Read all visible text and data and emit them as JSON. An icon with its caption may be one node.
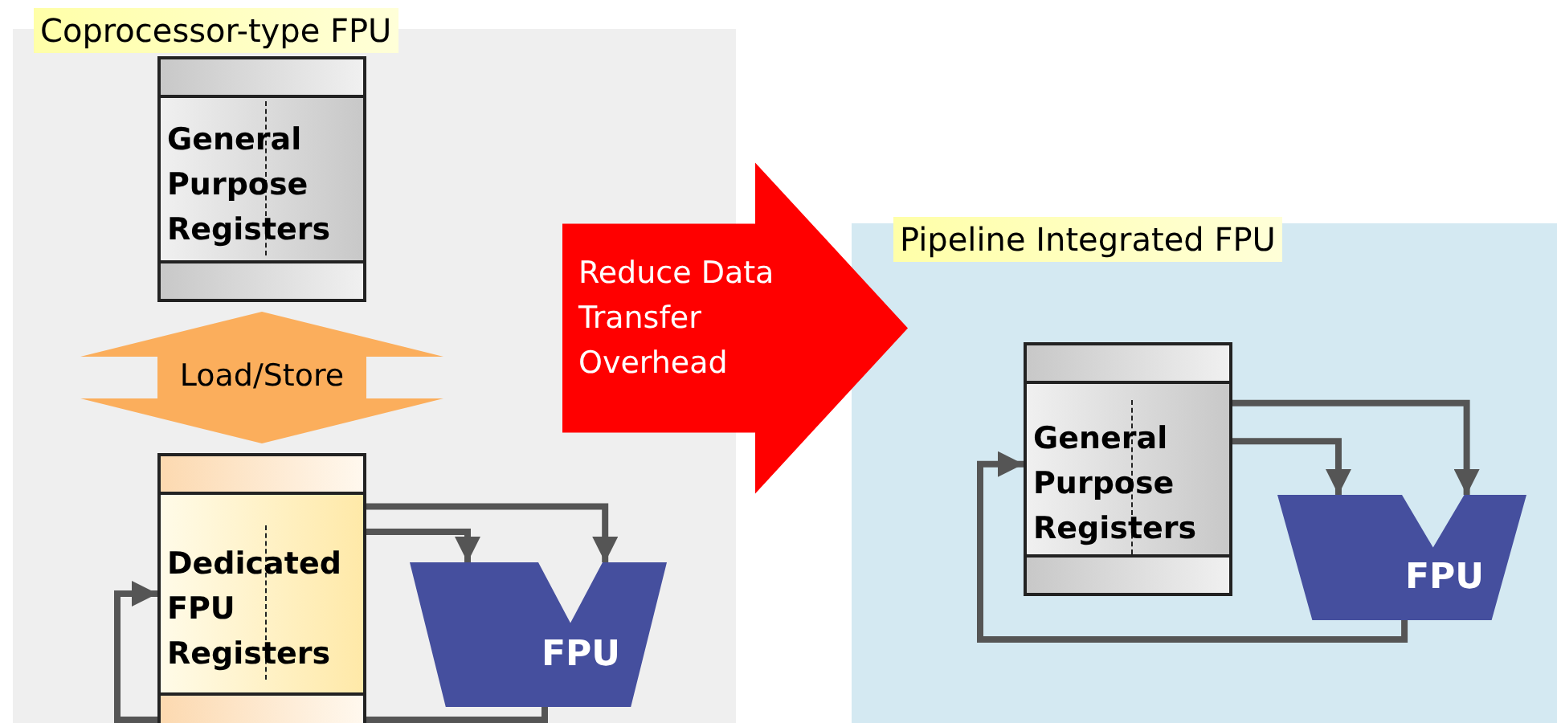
{
  "diagram": {
    "nodes": [
      {
        "text": [
          "Coprocessor-type FPU"
        ]
      },
      {
        "text": [
          "General Purpose Registers"
        ],
        "in": 0
      },
      {
        "text": [
          "Dedicated FPU Registers"
        ],
        "in": 0
      },
      {
        "text": [
          "FPU"
        ],
        "in": 0
      },
      {
        "text": [
          "Pipeline Integrated FPU"
        ]
      },
      {
        "text": [
          "General Purpose Registers"
        ],
        "in": 4
      },
      {
        "text": [
          "FPU"
        ],
        "in": 4
      }
    ],
    "edges": [
      {
        "from": 1,
        "to": 2,
        "arrow": "both",
        "label": "Load/Store",
        "style": "thick",
        "color": "#fbae5c"
      },
      {
        "from": 2,
        "to": 3,
        "arrow": "to"
      },
      {
        "from": 2,
        "to": 3,
        "arrow": "to"
      },
      {
        "from": 3,
        "to": 2,
        "arrow": "to"
      },
      {
        "from": 0,
        "to": 4,
        "arrow": "to",
        "label": "Reduce Data Transfer Overhead",
        "style": "thick",
        "color": "#ff0000"
      },
      {
        "from": 5,
        "to": 6,
        "arrow": "to"
      },
      {
        "from": 5,
        "to": 6,
        "arrow": "to"
      },
      {
        "from": 6,
        "to": 5,
        "arrow": "to"
      }
    ]
  }
}
